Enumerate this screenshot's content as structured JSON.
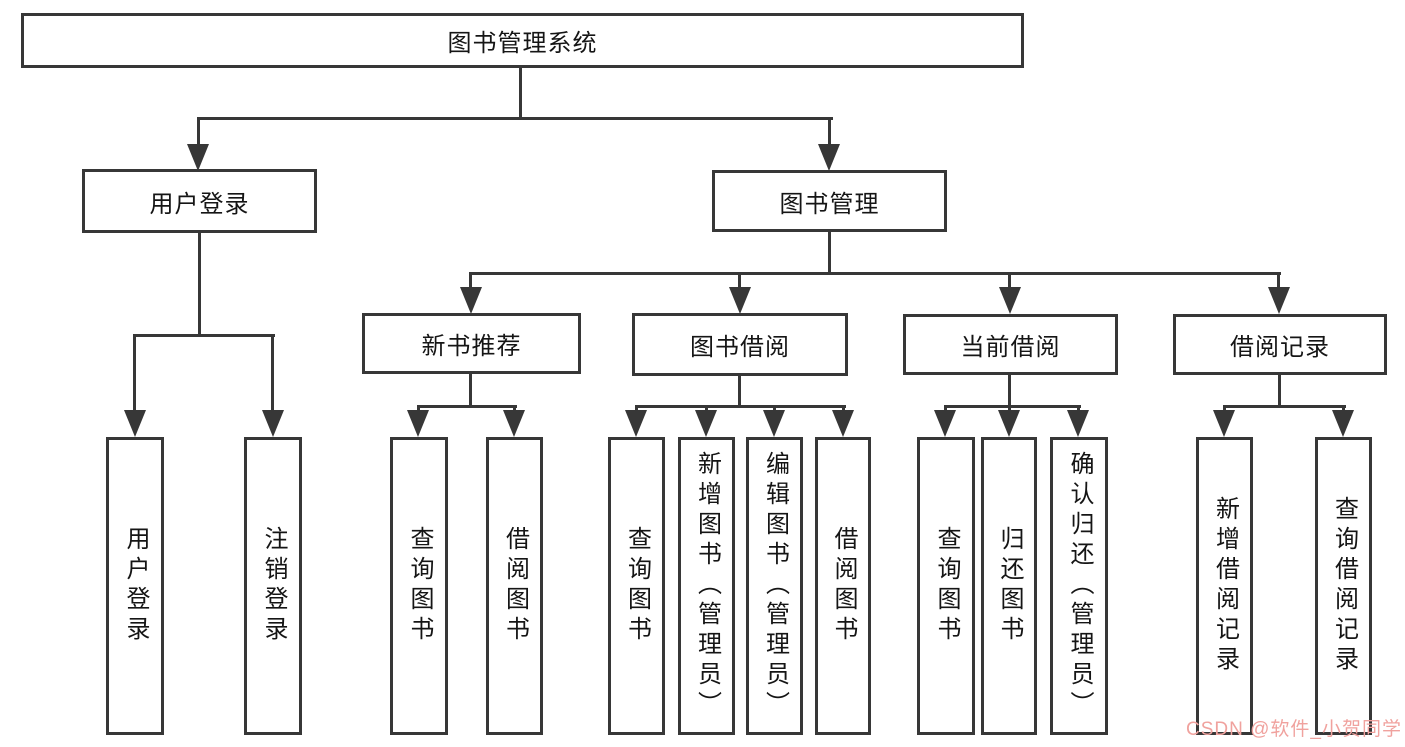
{
  "diagram": {
    "title": "图书管理系统",
    "level1": {
      "user_login": "用户登录",
      "book_management": "图书管理"
    },
    "level2": {
      "new_book_recommend": "新书推荐",
      "book_borrowing": "图书借阅",
      "current_borrowing": "当前借阅",
      "borrowing_records": "借阅记录"
    },
    "leaves": {
      "user_login": "用户登录",
      "logout": "注销登录",
      "nb_query_books": "查询图书",
      "nb_borrow_books": "借阅图书",
      "bb_query_books": "查询图书",
      "bb_add_books_admin": "新增图书（管理员）",
      "bb_edit_books_admin": "编辑图书（管理员）",
      "bb_borrow_books": "借阅图书",
      "cb_query_books": "查询图书",
      "cb_return_books": "归还图书",
      "cb_confirm_return_admin": "确认归还（管理员）",
      "br_add_record": "新增借阅记录",
      "br_query_record": "查询借阅记录"
    }
  },
  "watermark": {
    "text": "CSDN @软件_小贺同学",
    "color": "#f0a29e"
  },
  "colors": {
    "line": "#373737",
    "text": "#151515",
    "background": "#ffffff"
  }
}
